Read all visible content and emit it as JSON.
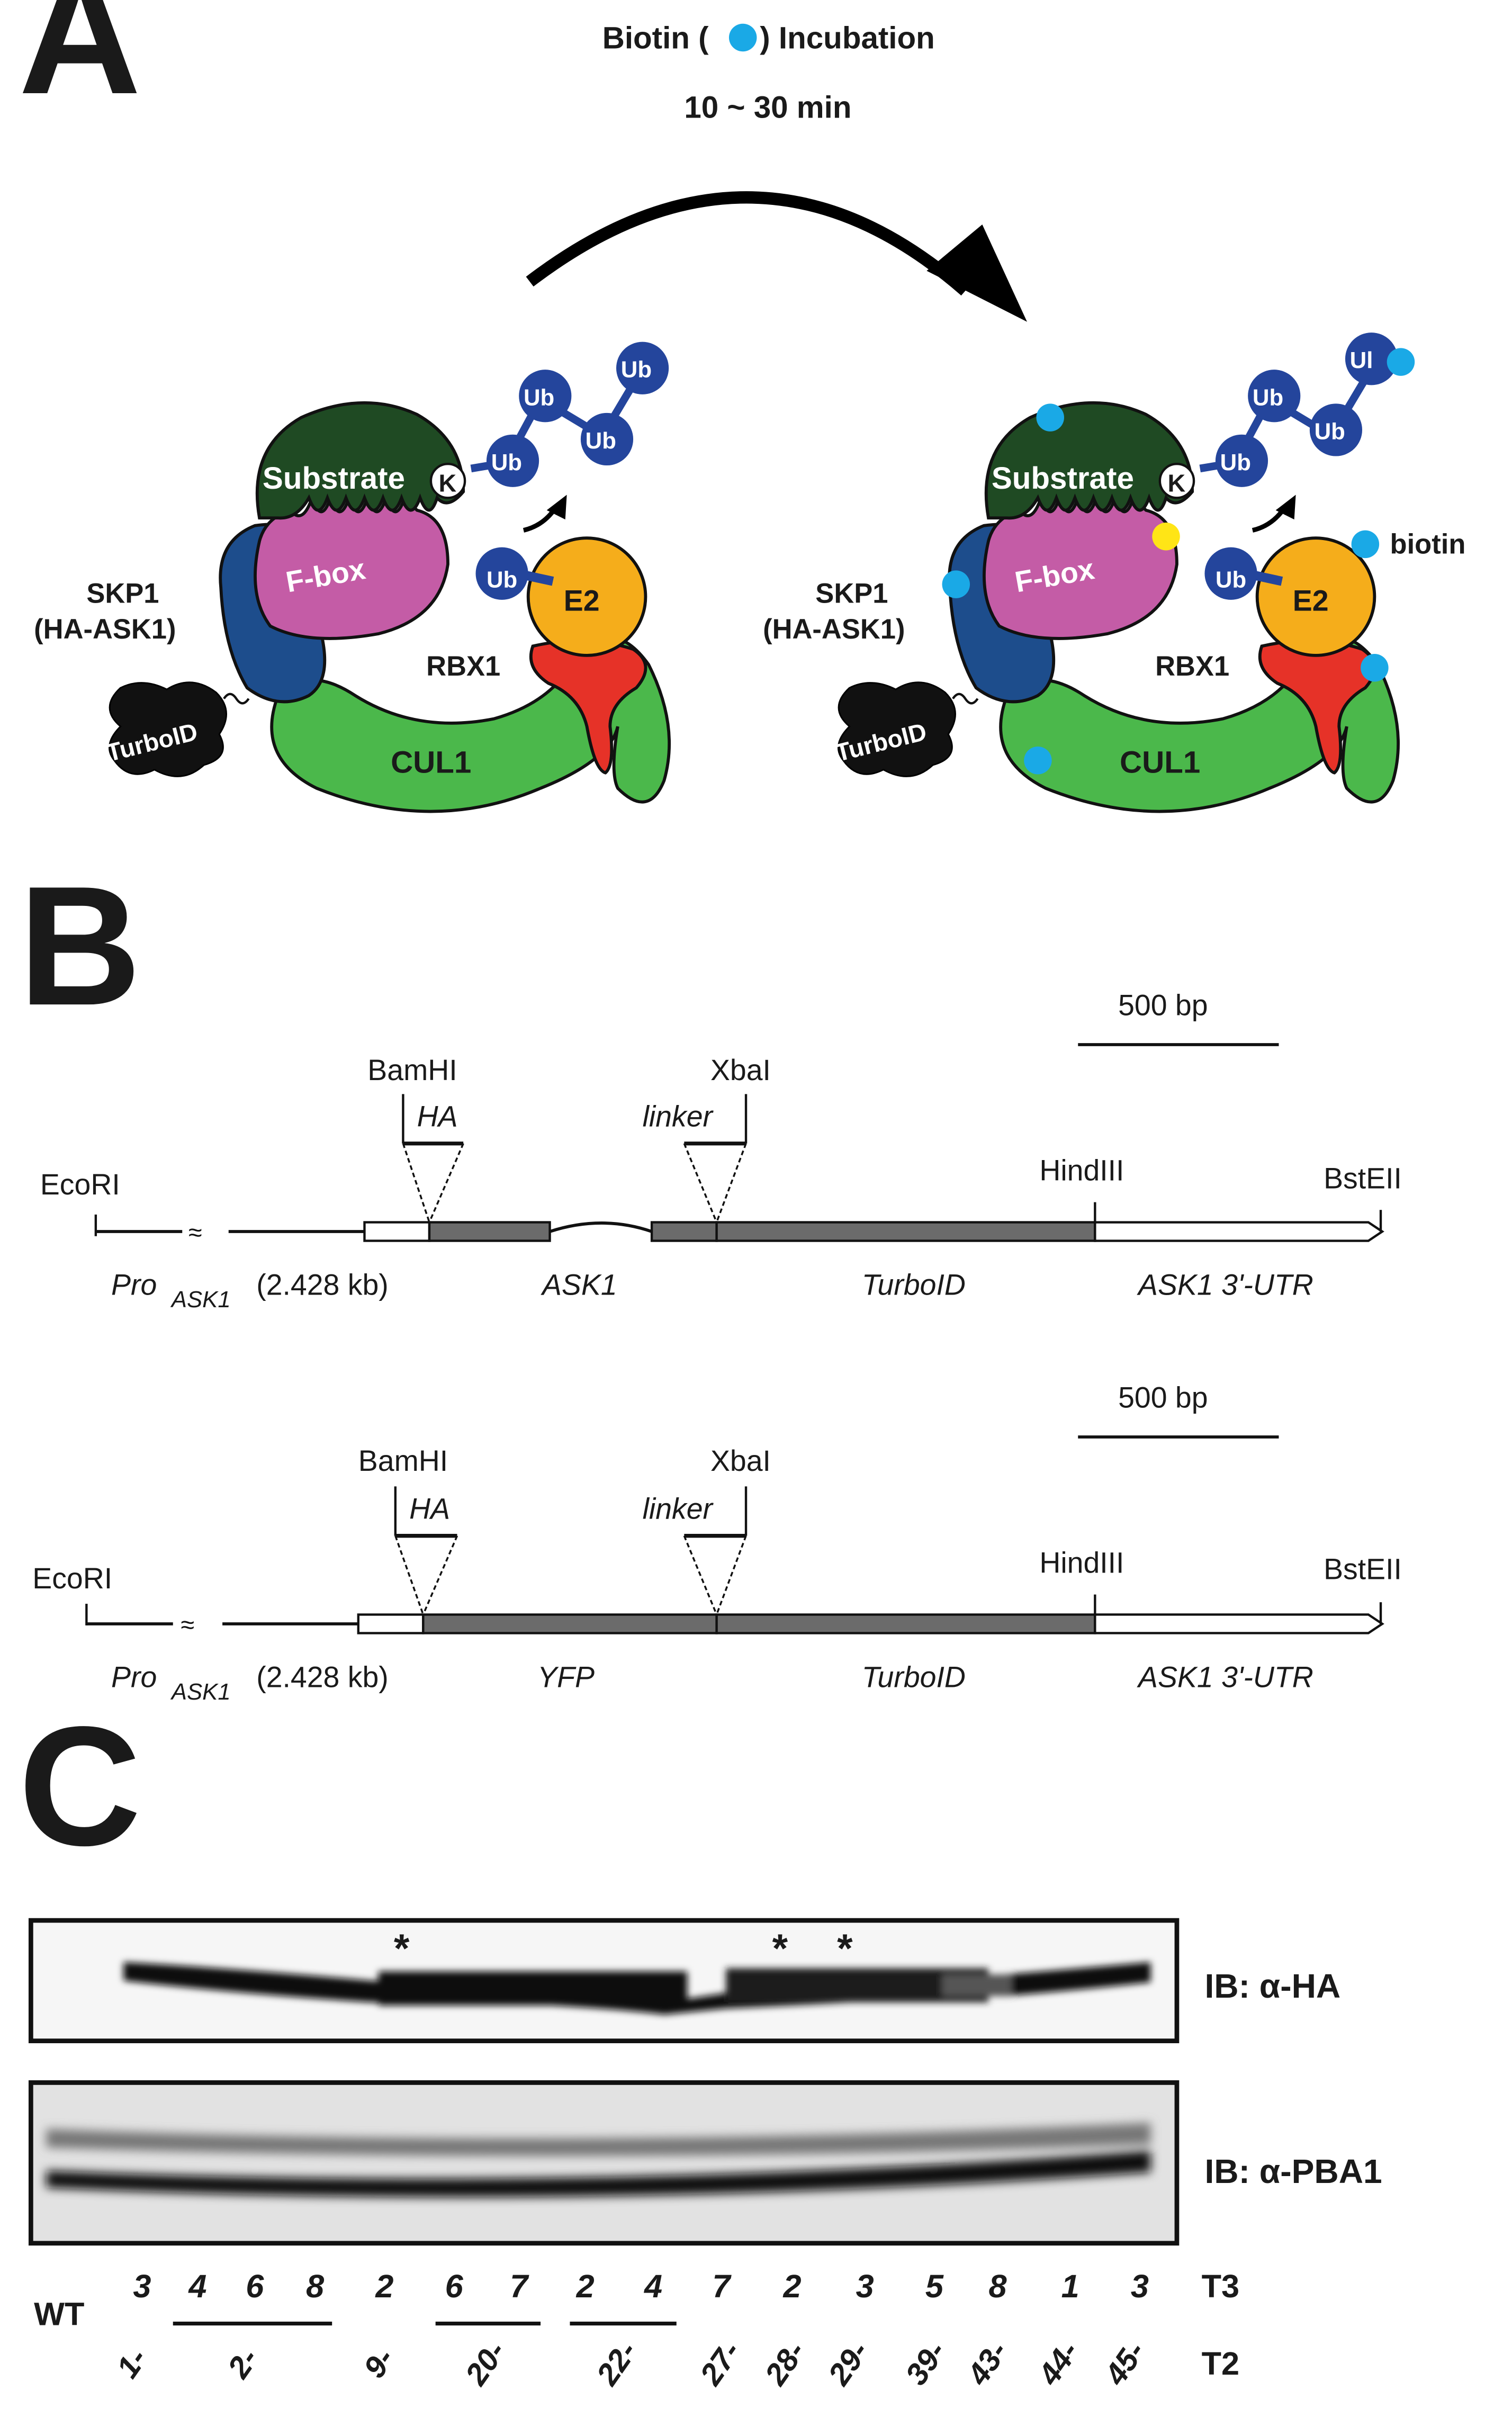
{
  "panels": {
    "a": "A",
    "b": "B",
    "c": "C"
  },
  "panel_a": {
    "incubation": {
      "prefix": "Biotin (",
      "suffix": ") Incubation",
      "time": "10 ~ 30 min"
    },
    "complex": {
      "substrate": "Substrate",
      "lysine": "K",
      "fbox": "F-box",
      "skp1_line1": "SKP1",
      "skp1_line2": "(HA-ASK1)",
      "turboid": "TurboID",
      "cul1": "CUL1",
      "rbx1": "RBX1",
      "e2": "E2",
      "ub": "Ub",
      "ub_cut": "Ul",
      "biotin": "biotin"
    },
    "colors": {
      "substrate": "#1f4a23",
      "fbox": "#c45ca6",
      "skp1": "#1d4d8c",
      "cul1": "#4bb84b",
      "rbx1": "#e63228",
      "e2": "#f5ad1b",
      "ub": "#24459c",
      "biotin": "#1aa9e6",
      "active_site": "#ffe516",
      "turboid": "#111111"
    }
  },
  "panel_b": {
    "scale_label": "500 bp",
    "constructs": [
      {
        "ecori": "EcoRI",
        "bamhi": "BamHI",
        "ha": "HA",
        "xbai": "XbaI",
        "linker": "linker",
        "hindiii": "HindIII",
        "bsteii": "BstEII",
        "promoter": "Pro",
        "promoter_sub": "ASK1",
        "promoter_len": "(2.428 kb)",
        "gene": "ASK1",
        "tag": "TurboID",
        "utr": "ASK1 3'-UTR"
      },
      {
        "ecori": "EcoRI",
        "bamhi": "BamHI",
        "ha": "HA",
        "xbai": "XbaI",
        "linker": "linker",
        "hindiii": "HindIII",
        "bsteii": "BstEII",
        "promoter": "Pro",
        "promoter_sub": "ASK1",
        "promoter_len": "(2.428 kb)",
        "gene": "YFP",
        "tag": "TurboID",
        "utr": "ASK1 3'-UTR"
      }
    ]
  },
  "panel_c": {
    "blot1_label": "IB: α-HA",
    "blot2_label": "IB: α-PBA1",
    "wt_label": "WT",
    "t3_label": "T3",
    "t2_label": "T2",
    "t3_values": [
      "3",
      "4",
      "6",
      "8",
      "2",
      "6",
      "7",
      "2",
      "4",
      "7",
      "2",
      "3",
      "5",
      "8",
      "1",
      "3"
    ],
    "t2_values": [
      "1-",
      "2-",
      "9-",
      "20-",
      "22-",
      "27-",
      "28-",
      "29-",
      "39-",
      "43-",
      "44-",
      "45-"
    ],
    "asterisk": "*"
  }
}
